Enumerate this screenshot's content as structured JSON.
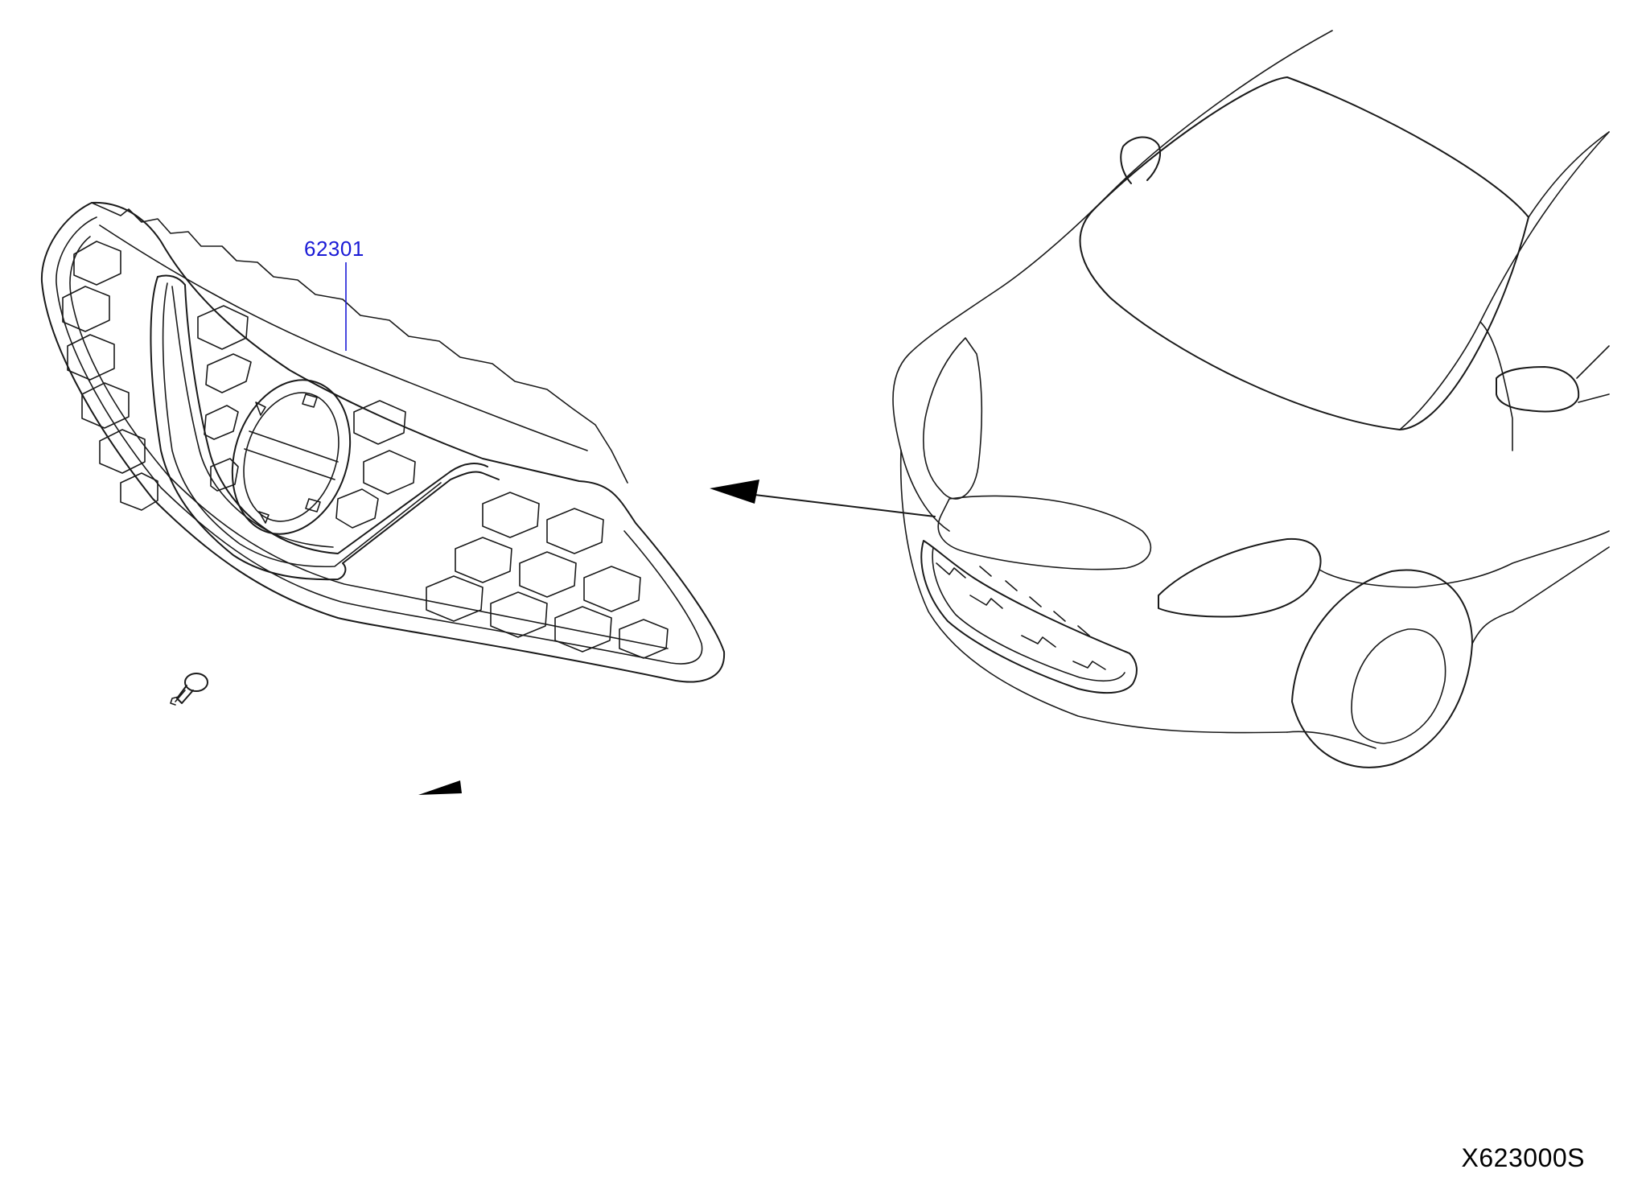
{
  "diagram": {
    "part_label": "62301",
    "figure_code": "X623000S",
    "icons": [
      "front-grille",
      "grille-clip",
      "car-front-view",
      "direction-arrow",
      "orientation-pointer"
    ],
    "colors": {
      "line": "#1a1a1a",
      "callout": "#1a1ad6",
      "background": "#ffffff"
    }
  }
}
